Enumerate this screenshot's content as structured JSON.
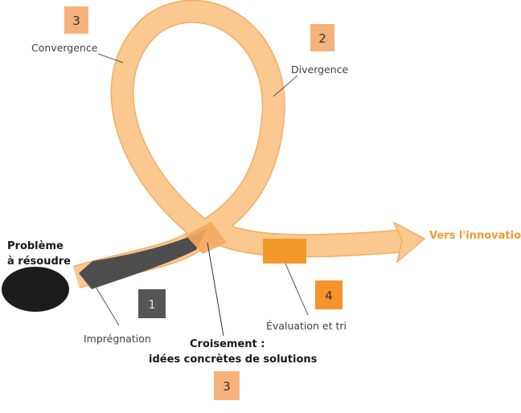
{
  "colors": {
    "loop": "#fbc88f",
    "loop_dark": "#f4a85e",
    "highlight": "#f39a2a",
    "tail": "#4d4d4d",
    "blob": "#1c1c1c",
    "badge_orange": "#f6b27a",
    "badge_bright": "#f7932a",
    "badge_gray": "#555555",
    "accent_text": "#f39a2a"
  },
  "problem": {
    "line1": "Problème",
    "line2": "à résoudre"
  },
  "stages": {
    "impregnation": {
      "number": "1",
      "label": "Imprégnation"
    },
    "divergence": {
      "number": "2",
      "label": "Divergence"
    },
    "convergence": {
      "number": "3",
      "label": "Convergence"
    },
    "crossing": {
      "number": "3",
      "line1": "Croisement :",
      "line2": "idées concrètes de solutions"
    },
    "evaluation": {
      "number": "4",
      "label": "Évaluation et tri"
    }
  },
  "goal": "Vers l'innovation"
}
